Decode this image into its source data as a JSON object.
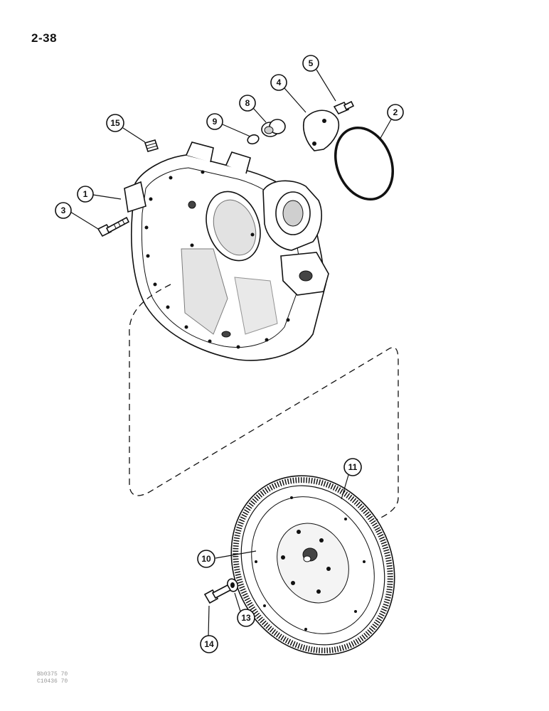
{
  "page": {
    "number": "2-38"
  },
  "figure": {
    "code_lines": [
      "Bb0375 70",
      "C10436 70"
    ]
  },
  "callouts": [
    {
      "id": "c1",
      "label": "1"
    },
    {
      "id": "c2",
      "label": "2"
    },
    {
      "id": "c3",
      "label": "3"
    },
    {
      "id": "c4",
      "label": "4"
    },
    {
      "id": "c5",
      "label": "5"
    },
    {
      "id": "c8",
      "label": "8"
    },
    {
      "id": "c9",
      "label": "9"
    },
    {
      "id": "c10",
      "label": "10"
    },
    {
      "id": "c11",
      "label": "11"
    },
    {
      "id": "c13",
      "label": "13"
    },
    {
      "id": "c14",
      "label": "14"
    },
    {
      "id": "c15",
      "label": "15"
    }
  ]
}
